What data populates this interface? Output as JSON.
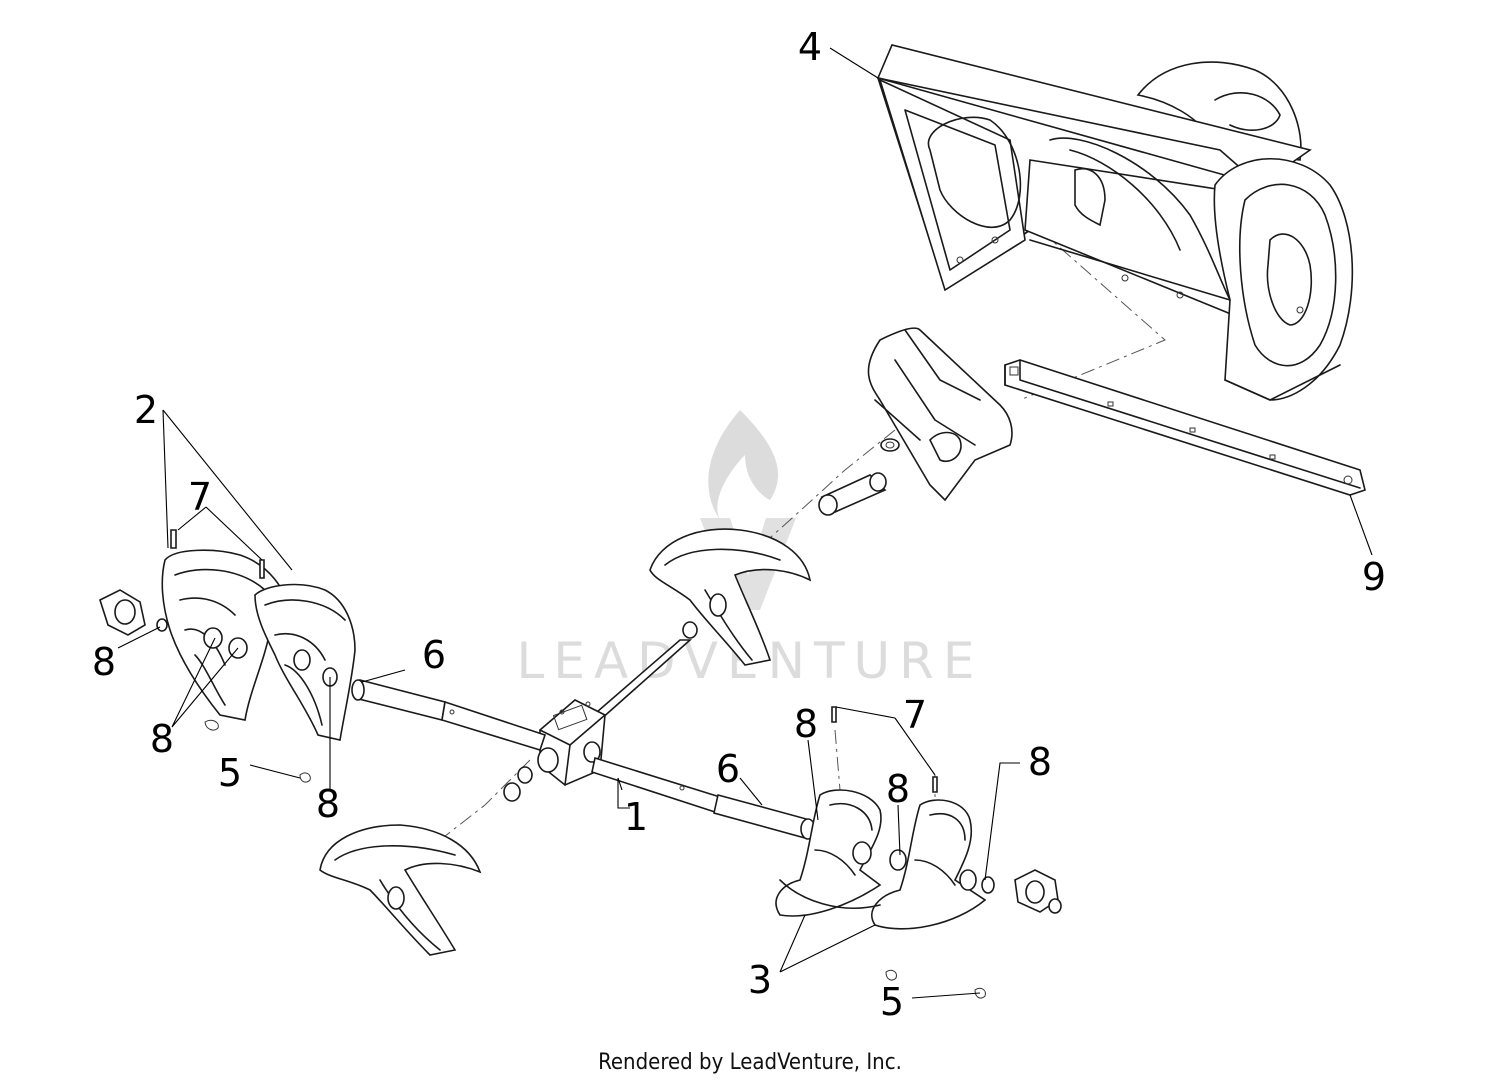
{
  "watermark": {
    "text": "LEADVENTURE"
  },
  "callouts": [
    {
      "id": "c4",
      "label": "4"
    },
    {
      "id": "c2",
      "label": "2"
    },
    {
      "id": "c7a",
      "label": "7"
    },
    {
      "id": "c8a",
      "label": "8"
    },
    {
      "id": "c8b",
      "label": "8"
    },
    {
      "id": "c5a",
      "label": "5"
    },
    {
      "id": "c8c",
      "label": "8"
    },
    {
      "id": "c6a",
      "label": "6"
    },
    {
      "id": "c1",
      "label": "1"
    },
    {
      "id": "c6b",
      "label": "6"
    },
    {
      "id": "c8d",
      "label": "8"
    },
    {
      "id": "c7b",
      "label": "7"
    },
    {
      "id": "c8e",
      "label": "8"
    },
    {
      "id": "c8f",
      "label": "8"
    },
    {
      "id": "c3",
      "label": "3"
    },
    {
      "id": "c5b",
      "label": "5"
    },
    {
      "id": "c9",
      "label": "9"
    }
  ],
  "footer": {
    "text": "Rendered by LeadVenture, Inc."
  }
}
